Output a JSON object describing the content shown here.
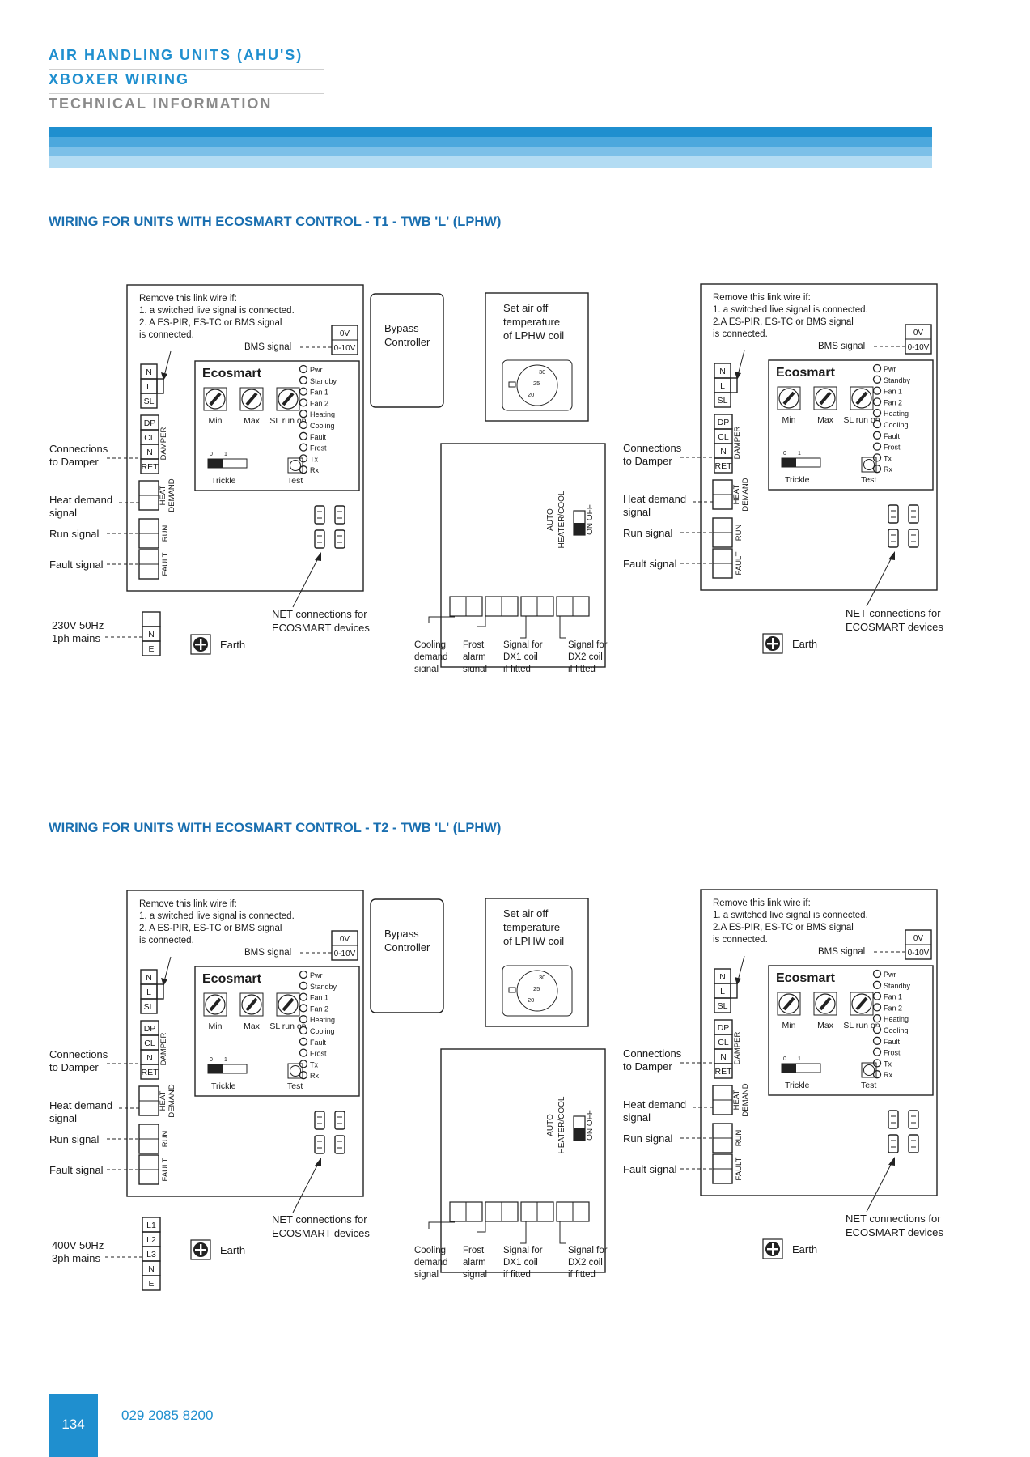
{
  "header": {
    "line1": "AIR HANDLING UNITS (AHU'S)",
    "line2": "XBOXER WIRING",
    "line3": "TECHNICAL INFORMATION"
  },
  "sections": [
    {
      "title": "WIRING FOR UNITS WITH ECOSMART CONTROL - T1 - TWB 'L' (LPHW)",
      "mains_label": [
        "230V 50Hz",
        "1ph mains"
      ],
      "mains_terminals": [
        "L",
        "N",
        "E"
      ]
    },
    {
      "title": "WIRING FOR UNITS WITH ECOSMART CONTROL - T2 - TWB 'L' (LPHW)",
      "mains_label": [
        "400V 50Hz",
        "3ph mains"
      ],
      "mains_terminals": [
        "L1",
        "L2",
        "L3",
        "N",
        "E"
      ]
    }
  ],
  "panel": {
    "note": [
      "Remove this link wire if:",
      "1. a switched live signal is connected.",
      "2. A ES-PIR, ES-TC or BMS signal",
      "is connected."
    ],
    "note_alt": [
      "Remove this link wire if:",
      "1. a switched live signal is connected.",
      "2.A ES-PIR, ES-TC or BMS signal",
      "is connected."
    ],
    "bms_label": "BMS signal",
    "bms_terminals": [
      "0V",
      "0-10V"
    ],
    "ecosmart_title": "Ecosmart",
    "dials": [
      "Min",
      "Max",
      "SL run on"
    ],
    "leds": [
      "Pwr",
      "Standby",
      "Fan 1",
      "Fan 2",
      "Heating",
      "Cooling",
      "Fault",
      "Frost",
      "Tx",
      "Rx"
    ],
    "trickle_label": "Trickle",
    "trickle_scale": [
      "0",
      "1"
    ],
    "test_label": "Test",
    "supply_terminals": [
      "N",
      "L",
      "SL"
    ],
    "damper_terminals": [
      "DP",
      "CL",
      "N",
      "RET"
    ],
    "vertical_labels": [
      "DAMPER",
      "HEAT",
      "DEMAND",
      "RUN",
      "FAULT"
    ],
    "left_labels": {
      "damper": [
        "Connections",
        "to Damper"
      ],
      "heat": [
        "Heat demand",
        "signal"
      ],
      "run": "Run signal",
      "fault": "Fault signal"
    },
    "net_label": [
      "NET connections for",
      "ECOSMART devices"
    ],
    "earth_label": "Earth"
  },
  "bypass": {
    "label": [
      "Bypass",
      "Controller"
    ]
  },
  "thermostat": {
    "label": [
      "Set air off",
      "temperature",
      "of LPHW coil"
    ],
    "scale": [
      "20",
      "25",
      "30"
    ]
  },
  "heater_box": {
    "switch_labels": [
      "AUTO",
      "HEATER/COOL",
      "ON OFF"
    ],
    "signals": [
      [
        "Cooling",
        "demand",
        "signal"
      ],
      [
        "Frost",
        "alarm",
        "signal"
      ],
      [
        "Signal for",
        "DX1 coil",
        "if fitted"
      ],
      [
        "Signal for",
        "DX2 coil",
        "if fitted"
      ]
    ]
  },
  "footer": {
    "page": "134",
    "phone": "029 2085 8200"
  },
  "colors": {
    "accent": "#1f8fcf",
    "title": "#1a6fb0"
  }
}
